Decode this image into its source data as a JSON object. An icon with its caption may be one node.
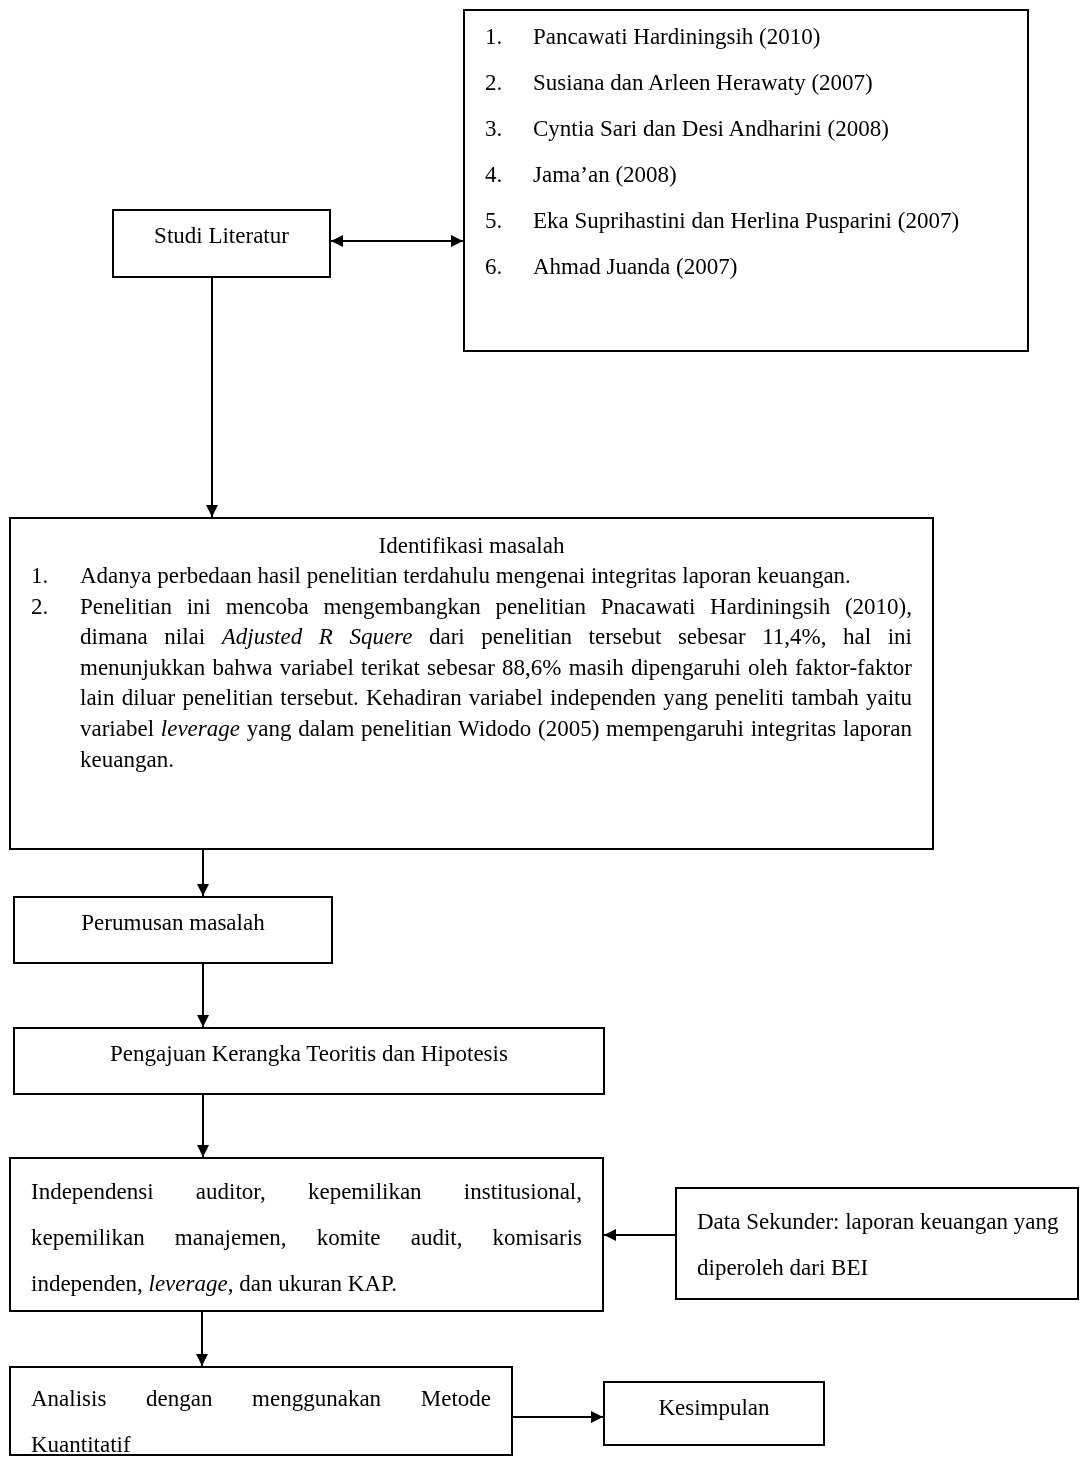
{
  "diagram": {
    "nodes": [
      {
        "text": [
          "Studi Literatur"
        ]
      },
      {
        "text": [
          "1.",
          "Pancawati Hardiningsih (2010)",
          "2.",
          "Susiana dan Arleen Herawaty (2007)",
          "3.",
          "Cyntia Sari dan Desi Andharini (2008)",
          "4.",
          "Jama’an (2008)",
          "5.",
          "Eka Suprihastini dan Herlina Pusparini (2007)",
          "6.",
          "Ahmad Juanda (2007)"
        ]
      },
      {
        "text": [
          "Identifikasi masalah",
          "1.",
          "Adanya perbedaan hasil penelitian terdahulu mengenai integritas laporan keuangan.",
          "2.",
          "Penelitian ini mencoba mengembangkan penelitian Pnacawati Hardiningsih (2010), dimana nilai *Adjusted R Squere* dari penelitian tersebut sebesar 11,4%, hal ini menunjukkan bahwa variabel terikat sebesar 88,6% masih dipengaruhi oleh faktor-faktor lain diluar penelitian tersebut. Kehadiran variabel independen yang peneliti tambah yaitu variabel *leverage* yang dalam penelitian Widodo (2005) mempengaruhi integritas laporan keuangan."
        ]
      },
      {
        "text": [
          "Perumusan masalah"
        ]
      },
      {
        "text": [
          "Pengajuan Kerangka Teoritis dan Hipotesis"
        ]
      },
      {
        "text": [
          "Independensi auditor, kepemilikan institusional, kepemilikan manajemen, komite audit, komisaris independen, *leverage*, dan ukuran KAP."
        ]
      },
      {
        "text": [
          "Data Sekunder: laporan keuangan yang diperoleh dari BEI"
        ]
      },
      {
        "text": [
          "Analisis dengan menggunakan Metode Kuantitatif"
        ]
      },
      {
        "text": [
          "Kesimpulan"
        ]
      }
    ],
    "edges": [
      {
        "from": 0,
        "to": 1,
        "arrow": "both"
      },
      {
        "from": 0,
        "to": 2,
        "arrow": "to"
      },
      {
        "from": 2,
        "to": 3,
        "arrow": "to"
      },
      {
        "from": 3,
        "to": 4,
        "arrow": "to"
      },
      {
        "from": 4,
        "to": 5,
        "arrow": "to"
      },
      {
        "from": 6,
        "to": 5,
        "arrow": "to"
      },
      {
        "from": 5,
        "to": 7,
        "arrow": "to"
      },
      {
        "from": 7,
        "to": 8,
        "arrow": "to"
      }
    ]
  }
}
